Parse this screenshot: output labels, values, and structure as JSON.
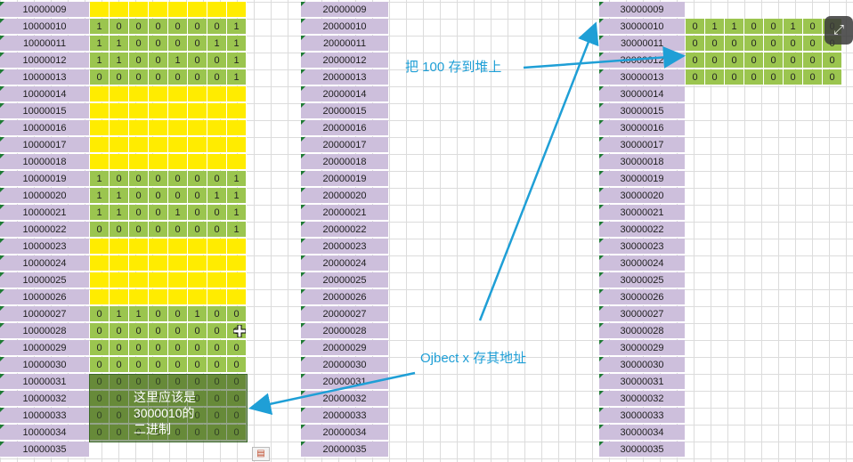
{
  "columns": [
    {
      "addresses": [
        "10000009",
        "10000010",
        "10000011",
        "10000012",
        "10000013",
        "10000014",
        "10000015",
        "10000016",
        "10000017",
        "10000018",
        "10000019",
        "10000020",
        "10000021",
        "10000022",
        "10000023",
        "10000024",
        "10000025",
        "10000026",
        "10000027",
        "10000028",
        "10000029",
        "10000030",
        "10000031",
        "10000032",
        "10000033",
        "10000034",
        "10000035"
      ]
    },
    {
      "addresses": [
        "20000009",
        "20000010",
        "20000011",
        "20000012",
        "20000013",
        "20000014",
        "20000015",
        "20000016",
        "20000017",
        "20000018",
        "20000019",
        "20000020",
        "20000021",
        "20000022",
        "20000023",
        "20000024",
        "20000025",
        "20000026",
        "20000027",
        "20000028",
        "20000029",
        "20000030",
        "20000031",
        "20000032",
        "20000033",
        "20000034",
        "20000035"
      ]
    },
    {
      "addresses": [
        "30000009",
        "30000010",
        "30000011",
        "30000012",
        "30000013",
        "30000014",
        "30000015",
        "30000016",
        "30000017",
        "30000018",
        "30000019",
        "30000020",
        "30000021",
        "30000022",
        "30000023",
        "30000024",
        "30000025",
        "30000026",
        "30000027",
        "30000028",
        "30000029",
        "30000030",
        "30000031",
        "30000032",
        "30000033",
        "30000034",
        "30000035"
      ]
    }
  ],
  "block1": {
    "fills": [
      "yellow",
      "green",
      "green",
      "green",
      "green",
      "yellow",
      "yellow",
      "yellow",
      "yellow",
      "yellow",
      "green",
      "green",
      "green",
      "green",
      "yellow",
      "yellow",
      "yellow",
      "yellow",
      "green",
      "green",
      "green",
      "green",
      "green",
      "green",
      "green",
      "green",
      ""
    ],
    "bits": [
      [],
      [
        "1",
        "0",
        "0",
        "0",
        "0",
        "0",
        "0",
        "1"
      ],
      [
        "1",
        "1",
        "0",
        "0",
        "0",
        "0",
        "1",
        "1"
      ],
      [
        "1",
        "1",
        "0",
        "0",
        "1",
        "0",
        "0",
        "1"
      ],
      [
        "0",
        "0",
        "0",
        "0",
        "0",
        "0",
        "0",
        "1"
      ],
      [],
      [],
      [],
      [],
      [],
      [
        "1",
        "0",
        "0",
        "0",
        "0",
        "0",
        "0",
        "1"
      ],
      [
        "1",
        "1",
        "0",
        "0",
        "0",
        "0",
        "1",
        "1"
      ],
      [
        "1",
        "1",
        "0",
        "0",
        "1",
        "0",
        "0",
        "1"
      ],
      [
        "0",
        "0",
        "0",
        "0",
        "0",
        "0",
        "0",
        "1"
      ],
      [],
      [],
      [],
      [],
      [
        "0",
        "1",
        "1",
        "0",
        "0",
        "1",
        "0",
        "0"
      ],
      [
        "0",
        "0",
        "0",
        "0",
        "0",
        "0",
        "0",
        "0"
      ],
      [
        "0",
        "0",
        "0",
        "0",
        "0",
        "0",
        "0",
        "0"
      ],
      [
        "0",
        "0",
        "0",
        "0",
        "0",
        "0",
        "0",
        "0"
      ],
      [
        "0",
        "0",
        "0",
        "0",
        "0",
        "0",
        "0",
        "0"
      ],
      [
        "0",
        "0",
        "0",
        "0",
        "0",
        "0",
        "0",
        "0"
      ],
      [
        "0",
        "0",
        "0",
        "0",
        "0",
        "0",
        "0",
        "0"
      ],
      [
        "0",
        "0",
        "0",
        "0",
        "0",
        "0",
        "0",
        "0"
      ],
      []
    ]
  },
  "block3": {
    "bits": [
      [
        "0",
        "1",
        "1",
        "0",
        "0",
        "1",
        "0",
        "0"
      ],
      [
        "0",
        "0",
        "0",
        "0",
        "0",
        "0",
        "0",
        "0"
      ],
      [
        "0",
        "0",
        "0",
        "0",
        "0",
        "0",
        "0",
        "0"
      ],
      [
        "0",
        "0",
        "0",
        "0",
        "0",
        "0",
        "0",
        "0"
      ]
    ]
  },
  "annotations": {
    "heap": "把 100 存到堆上",
    "object": "Ojbect x 存其地址",
    "selection_note": [
      "这里应该是",
      "3000010的",
      "二进制"
    ]
  },
  "colors": {
    "address_fill": "#cdbfdc",
    "green_fill": "#9bc54f",
    "yellow_fill": "#ffec00",
    "annotation": "#1f9fd6"
  },
  "icons": {
    "expand": "expand-icon",
    "cursor": "cell-cursor-icon",
    "paste": "paste-options-icon"
  }
}
